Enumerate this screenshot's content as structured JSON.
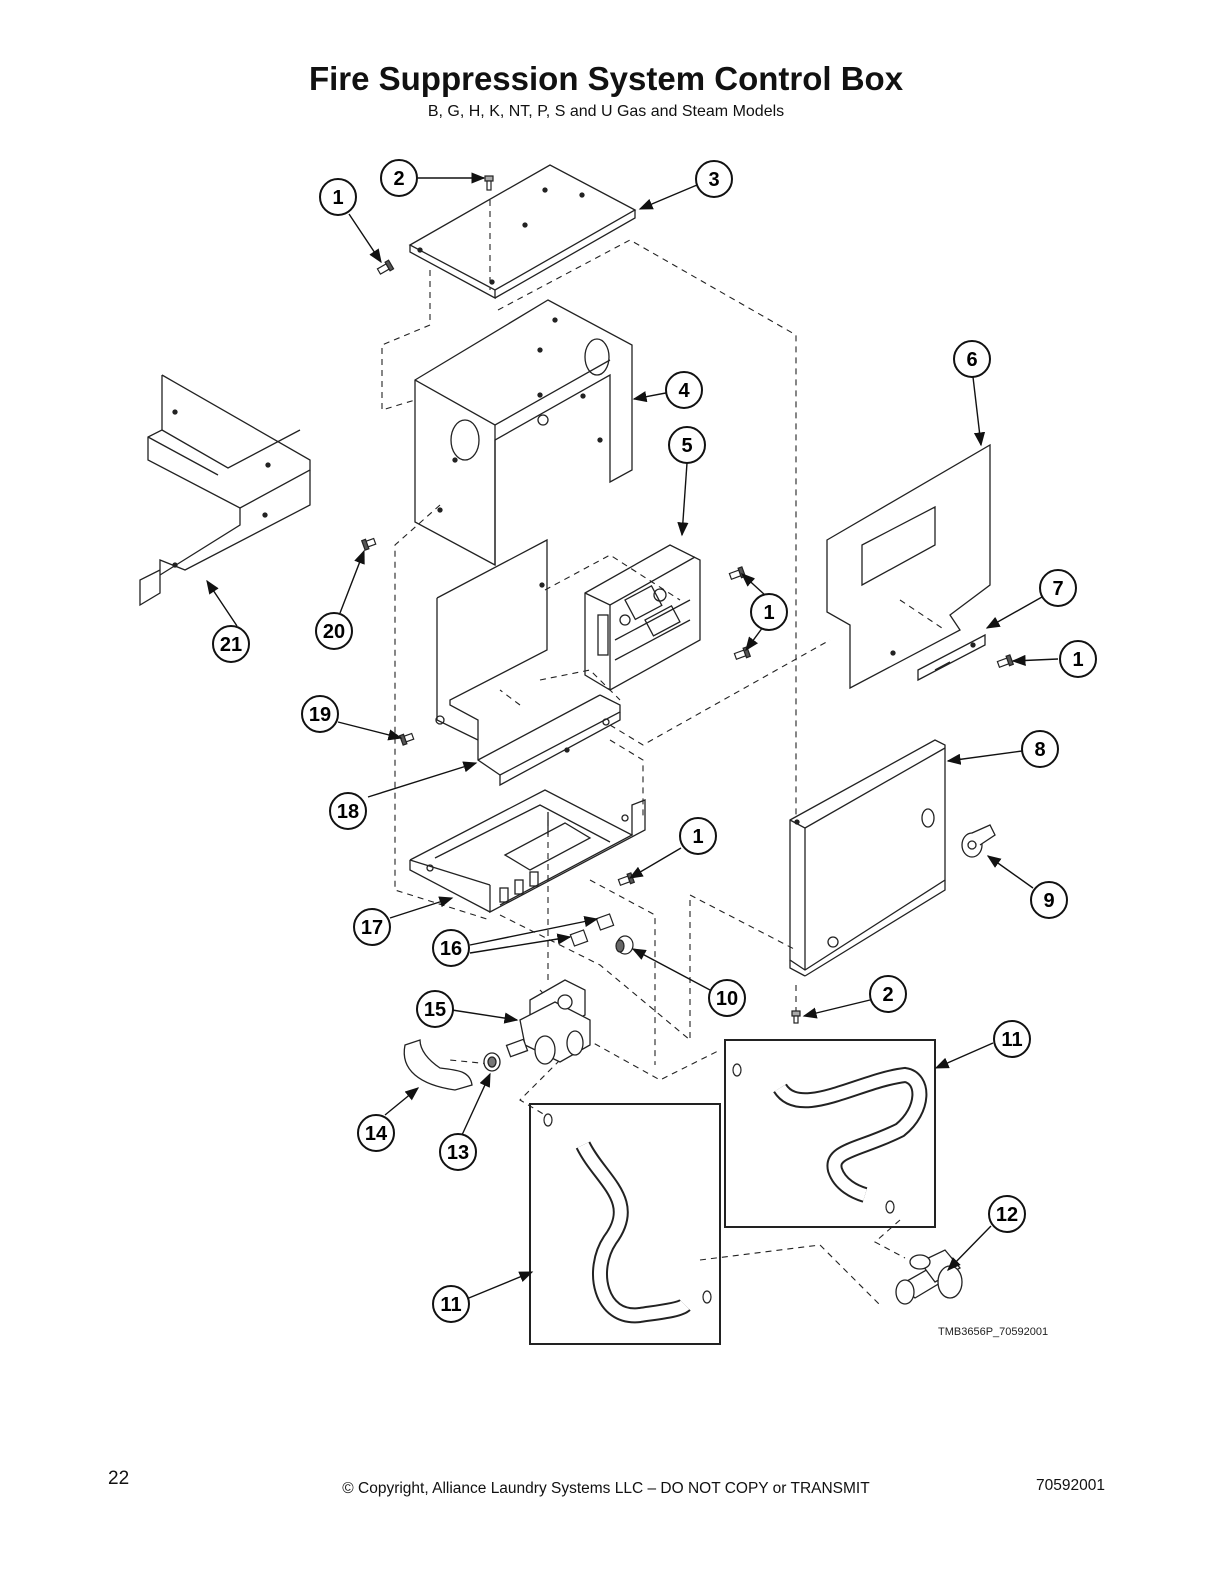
{
  "title": "Fire Suppression System Control Box",
  "subtitle": "B, G, H, K, NT, P, S and U Gas and Steam Models",
  "figure_ref": "TMB3656P_70592001",
  "callouts": [
    "1",
    "2",
    "3",
    "1",
    "4",
    "5",
    "6",
    "1",
    "7",
    "1",
    "21",
    "20",
    "19",
    "18",
    "8",
    "1",
    "9",
    "17",
    "16",
    "10",
    "2",
    "15",
    "11",
    "14",
    "13",
    "12",
    "11"
  ],
  "footer": {
    "page_number": "22",
    "copyright": "© Copyright, Alliance Laundry Systems LLC – DO NOT COPY or TRANSMIT",
    "doc_number": "70592001"
  }
}
